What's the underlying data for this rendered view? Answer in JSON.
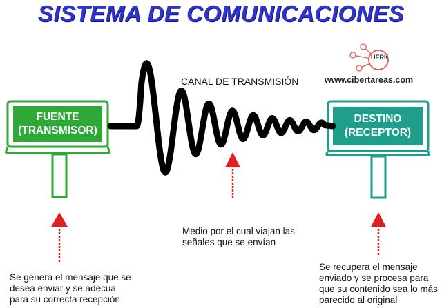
{
  "title": "SISTEMA DE COMUNICACIONES",
  "source": {
    "line1": "FUENTE",
    "line2": "(TRANSMISOR)",
    "color": "#2ea836"
  },
  "destination": {
    "line1": "DESTINO",
    "line2": "(RECEPTOR)",
    "color": "#1f9e8c"
  },
  "channel_label": "CANAL DE TRANSMISIÓN",
  "channel_description": {
    "line1": "Medio por el cual viajan las",
    "line2": "señales que se envían"
  },
  "source_description": {
    "line1": "Se genera el mensaje que se",
    "line2": "desea enviar y se adecua",
    "line3": "para su correcta recepción"
  },
  "destination_description": {
    "line1": "Se recupera el mensaje",
    "line2": "enviado y se procesa para",
    "line3": "que su contenido sea lo más",
    "line4": "parecido al original"
  },
  "logo": {
    "text": "HERK",
    "site": "www.cibertareas.com"
  },
  "colors": {
    "title": "#2e35c7",
    "arrow": "#e02020",
    "wave": "#000000"
  }
}
